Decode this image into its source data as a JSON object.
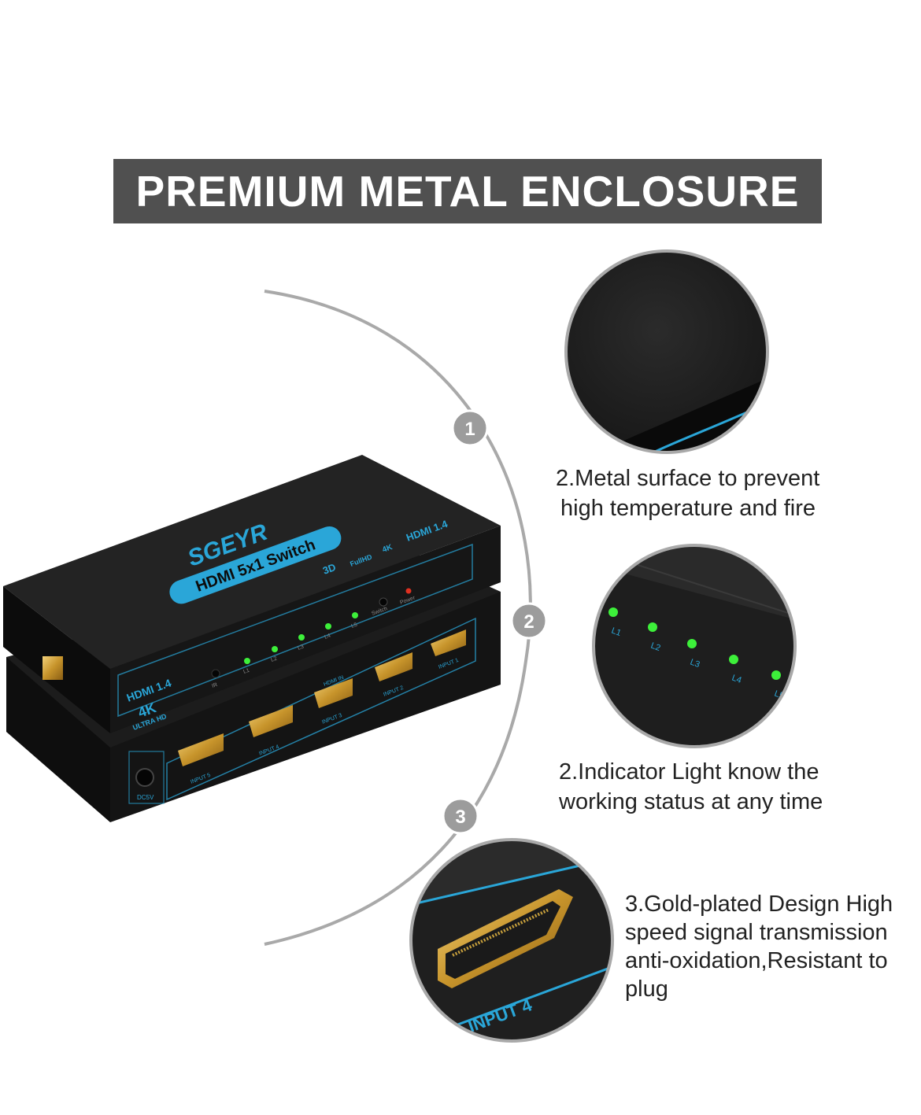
{
  "banner": {
    "title": "PREMIUM METAL ENCLOSURE"
  },
  "steps": [
    "1",
    "2",
    "3"
  ],
  "captions": {
    "metal": [
      "2.Metal surface to prevent",
      "high temperature and fire"
    ],
    "indicator": [
      "2.Indicator Light know the",
      "working status at any time"
    ],
    "gold": [
      "3.Gold-plated Design  High",
      "speed signal transmission",
      "anti-oxidation,Resistant to",
      "plug"
    ]
  },
  "device": {
    "brand": "SGEYR",
    "model": "HDMI 5x1 Switch",
    "badge_hdmi": "HDMI 1.4",
    "badge_4k": "4K",
    "badge_ultra": "ULTRA HD",
    "logo_hdmi": "HDMI 1.4",
    "logo_3d": "3D",
    "logo_fullhd": "FullHD",
    "logo_4k": "4K",
    "ir": "IR",
    "leds": [
      "L1",
      "L2",
      "L3",
      "L4",
      "L5"
    ],
    "switch": "Switch",
    "power": "Power",
    "hdmi_in": "HDMI IN",
    "inputs": [
      "INPUT 5",
      "INPUT 4",
      "INPUT 3",
      "INPUT 2",
      "INPUT 1"
    ],
    "dc": "DC5V"
  },
  "zoom": {
    "port_label": "INPUT 4"
  },
  "colors": {
    "accent": "#2aa6d8",
    "banner": "#505050",
    "led": "#3df03a",
    "gold": "#d6a93a",
    "arc": "#a9a9a9"
  }
}
